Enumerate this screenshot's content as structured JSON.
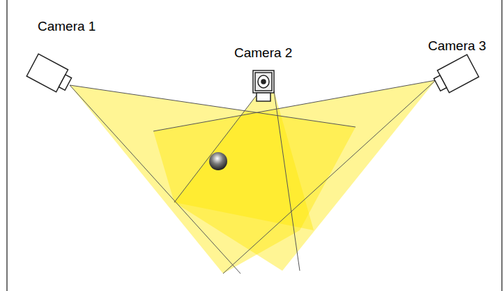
{
  "diagram": {
    "labels": [
      "Camera 1",
      "Camera 2",
      "Camera 3"
    ]
  }
}
